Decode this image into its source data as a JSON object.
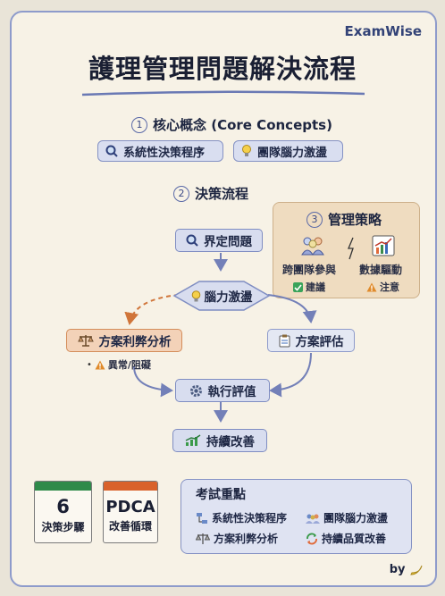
{
  "brand": "ExamWise",
  "title": "護理管理問題解決流程",
  "sections": {
    "core": {
      "num": "1",
      "title": "核心概念 (Core Concepts)",
      "items": [
        "系統性決策程序",
        "團隊腦力激盪"
      ]
    },
    "flow": {
      "num": "2",
      "title": "決策流程"
    },
    "strategy": {
      "num": "3",
      "title": "管理策略",
      "left": {
        "label": "跨團隊參與",
        "tag": "建議"
      },
      "right": {
        "label": "數據驅動",
        "tag": "注意"
      }
    }
  },
  "flow_nodes": {
    "define": "界定問題",
    "brainstorm": "腦力激盪",
    "analysis": "方案利弊分析",
    "analysis_note": "異常/阻礙",
    "evaluate": "方案評估",
    "execute": "執行評值",
    "improve": "持續改善"
  },
  "stats": [
    {
      "big": "6",
      "sub": "決策步驟",
      "color": "#2f8a4a"
    },
    {
      "big": "PDCA",
      "sub": "改善循環",
      "color": "#d9622b"
    }
  ],
  "key_points": {
    "title": "考試重點",
    "items": [
      "系統性決策程序",
      "團隊腦力激盪",
      "方案利弊分析",
      "持續品質改善"
    ]
  },
  "signature": "by"
}
